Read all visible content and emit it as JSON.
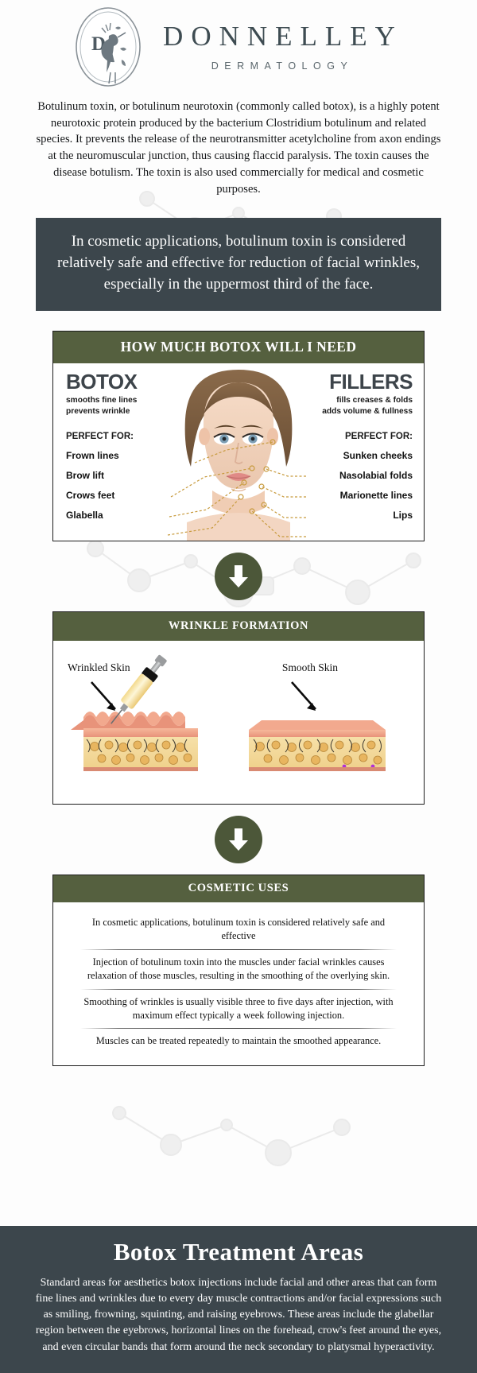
{
  "logo": {
    "name": "DONNELLEY",
    "subtitle": "DERMATOLOGY",
    "mark_icon": "heron-crest-icon",
    "monogram": "D"
  },
  "intro": {
    "text": "Botulinum toxin, or botulinum neurotoxin (commonly called botox), is a highly potent neurotoxic protein produced by the bacterium Clostridium botulinum and related species. It prevents the release of the neurotransmitter acetylcholine from axon endings at the neuromuscular junction, thus causing flaccid paralysis. The toxin causes the disease botulism. The toxin is also used commercially for medical and cosmetic purposes."
  },
  "quote": {
    "text": "In cosmetic applications, botulinum toxin is considered relatively safe and effective for reduction of facial wrinkles, especially in the uppermost third of the face."
  },
  "section_botox": {
    "heading": "HOW MUCH BOTOX WILL I NEED",
    "left": {
      "title": "BOTOX",
      "subtitle_line1": "smooths fine lines",
      "subtitle_line2": "prevents   wrinkle",
      "perfect_for_label": "PERFECT FOR:",
      "items": [
        "Frown lines",
        "Brow lift",
        "Crows feet",
        "Glabella"
      ]
    },
    "right": {
      "title": "FILLERS",
      "subtitle_line1": "fills  creases  &  folds",
      "subtitle_line2": "adds volume &  fullness",
      "perfect_for_label": "PERFECT FOR:",
      "items": [
        "Sunken cheeks",
        "Nasolabial folds",
        "Marionette lines",
        "Lips"
      ]
    },
    "face_image_alt": "woman-face-diagram"
  },
  "section_wrinkle": {
    "heading": "WRINKLE FORMATION",
    "left_label": "Wrinkled Skin",
    "right_label": "Smooth Skin",
    "syringe_icon": "syringe-icon"
  },
  "section_cosmetic": {
    "heading": "COSMETIC USES",
    "items": [
      "In cosmetic applications, botulinum toxin is considered relatively safe and effective",
      "Injection of botulinum toxin into the muscles under facial wrinkles causes relaxation of those muscles, resulting in the smoothing of the overlying skin.",
      "Smoothing of wrinkles is usually visible three to five days after injection, with maximum effect typically a week following injection.",
      "Muscles can be treated repeatedly to maintain the smoothed appearance."
    ]
  },
  "footer": {
    "title": "Botox Treatment Areas",
    "text": "Standard areas for aesthetics botox injections include facial and other areas that can form fine lines and wrinkles due to every day muscle contractions and/or facial expressions such as smiling, frowning, squinting, and raising eyebrows. These areas include the glabellar region between the eyebrows, horizontal lines on the forehead, crow's feet around the eyes, and even circular bands that form around the neck secondary to platysmal hyperactivity."
  },
  "arrows": {
    "down_icon": "arrow-down-circle-icon",
    "count": 2
  },
  "colors": {
    "dark_slate": "#3c464c",
    "olive_green": "#55603f",
    "arrow_green": "#4c5739",
    "skin": "#f2a68a",
    "gold_pointer": "#c79a3c"
  }
}
